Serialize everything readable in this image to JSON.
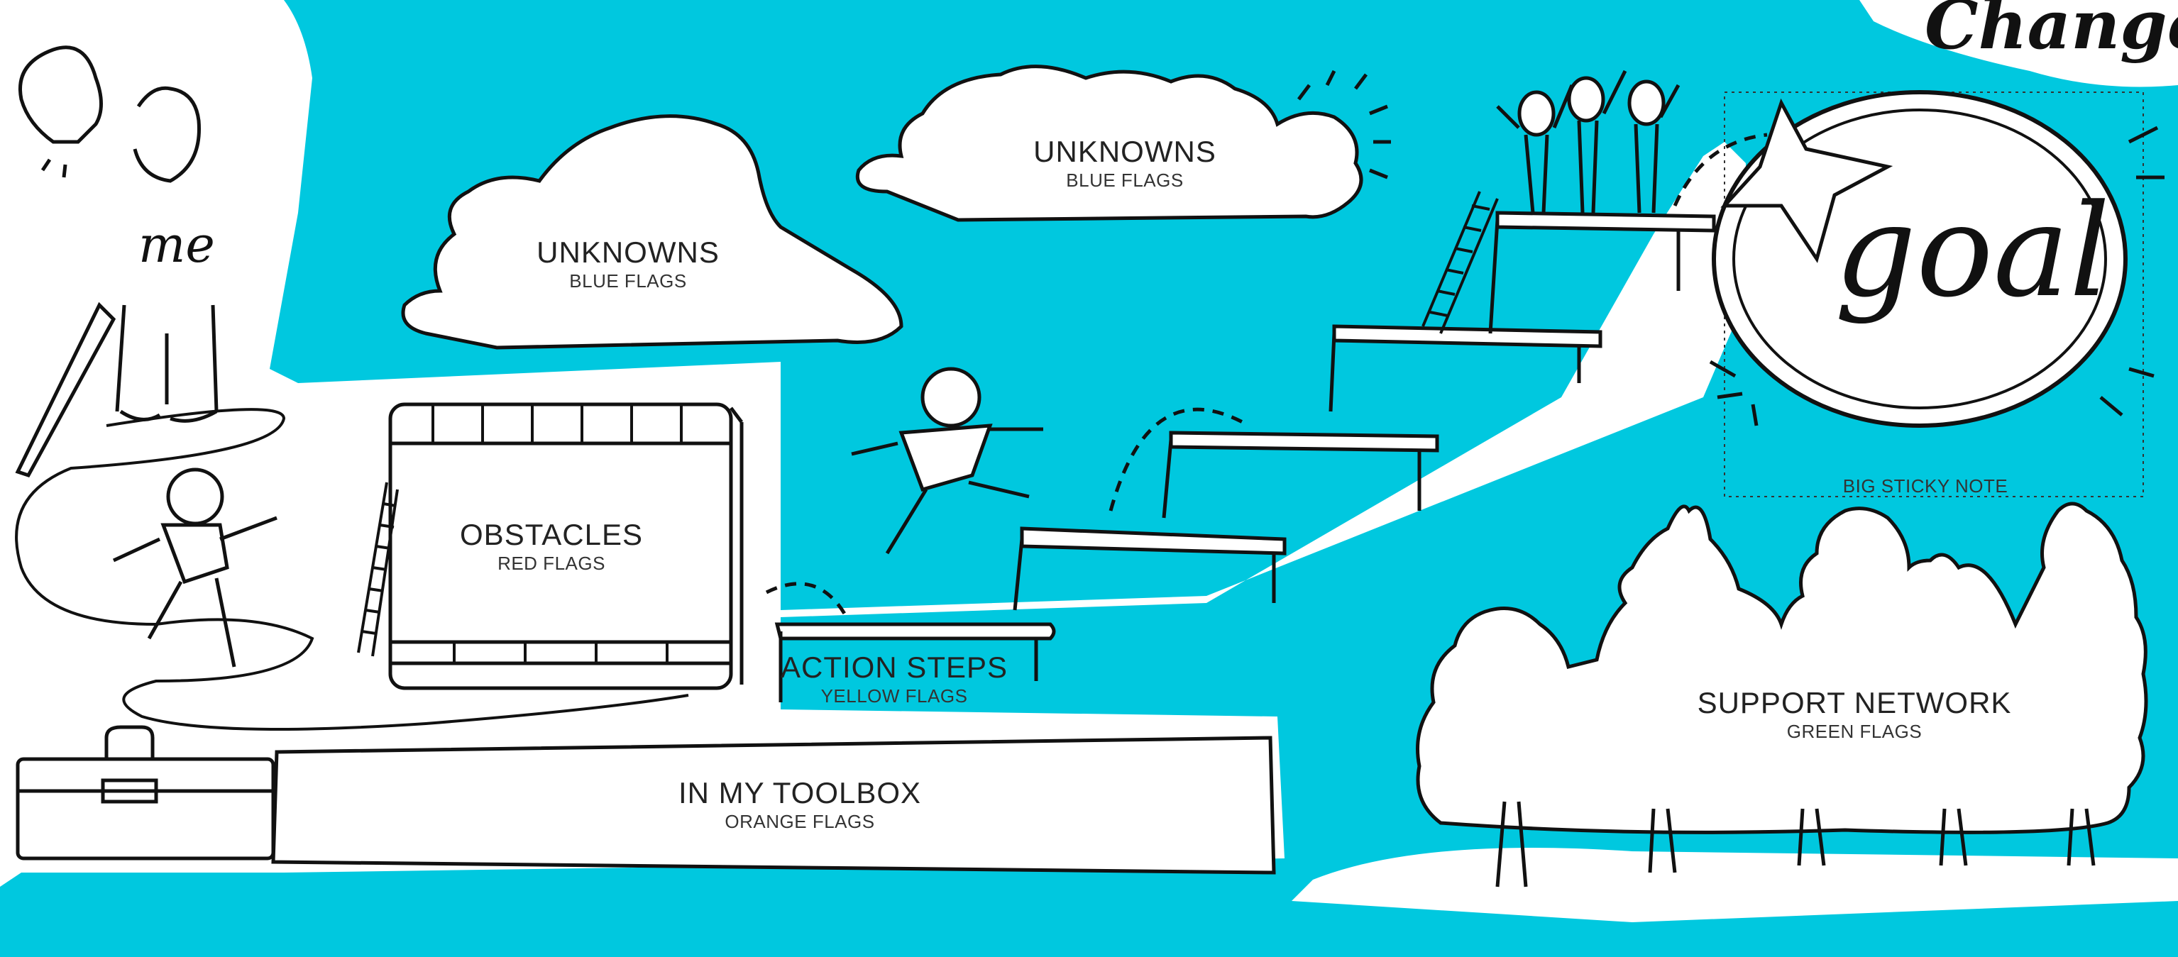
{
  "title": "Change",
  "me_label": "me",
  "goal_label": "goal",
  "colors": {
    "background": "#00c8df",
    "ink": "#111111",
    "paper": "#ffffff"
  },
  "areas": {
    "unknowns_left": {
      "title": "UNKNOWNS",
      "subtitle": "BLUE FLAGS"
    },
    "unknowns_top": {
      "title": "UNKNOWNS",
      "subtitle": "BLUE FLAGS"
    },
    "obstacles": {
      "title": "OBSTACLES",
      "subtitle": "RED FLAGS"
    },
    "action_steps": {
      "title": "ACTION STEPS",
      "subtitle": "YELLOW FLAGS"
    },
    "toolbox": {
      "title": "IN MY TOOLBOX",
      "subtitle": "ORANGE FLAGS"
    },
    "support_network": {
      "title": "SUPPORT NETWORK",
      "subtitle": "GREEN FLAGS"
    },
    "big_sticky_note": {
      "title": "BIG STICKY NOTE"
    }
  },
  "icons": [
    "lightbulb-icon",
    "pen-icon",
    "briefcase-icon",
    "ladder-icon",
    "star-icon",
    "tree-icon",
    "stick-figure-icon"
  ]
}
